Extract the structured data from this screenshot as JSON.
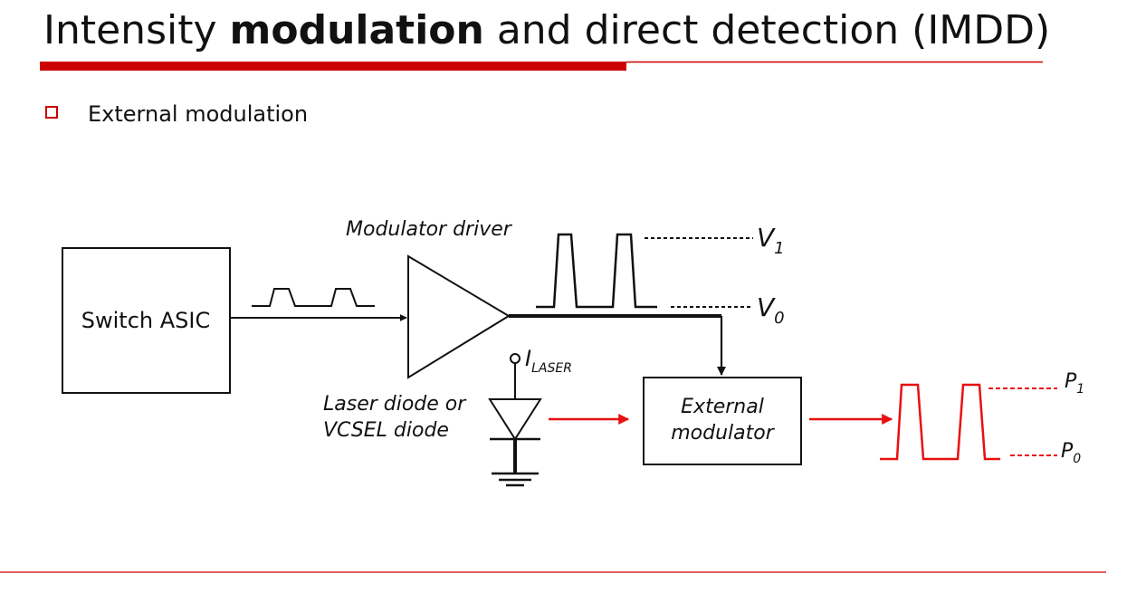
{
  "slide": {
    "title_pre": "Intensity ",
    "title_bold": "modulation",
    "title_post": " and direct detection (IMDD)",
    "bullet": "External modulation"
  },
  "diagram": {
    "asic_label": "Switch ASIC",
    "driver_label": "Modulator driver",
    "v1_main": "V",
    "v1_sub": "1",
    "v0_main": "V",
    "v0_sub": "0",
    "ilaser_main": "I",
    "ilaser_sub": "LASER",
    "laser_line1": "Laser diode or",
    "laser_line2": "VCSEL diode",
    "modulator_line1": "External",
    "modulator_line2": "modulator",
    "p1_main": "P",
    "p1_sub": "1",
    "p0_main": "P",
    "p0_sub": "0"
  },
  "colors": {
    "accent": "#cc0000",
    "line": "#111111",
    "optical": "#e81010"
  }
}
